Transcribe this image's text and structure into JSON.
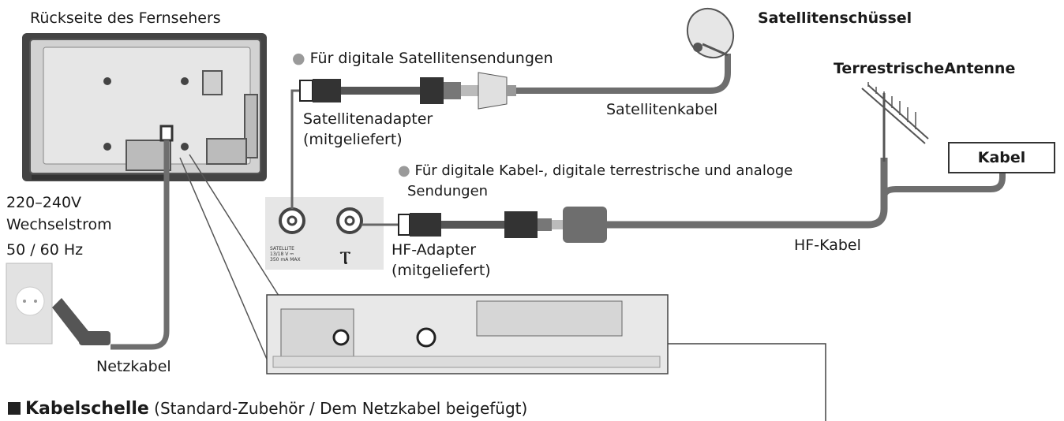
{
  "labels": {
    "tv_rear": "Rückseite des Fernsehers",
    "satellite_dish": "Satellitenschüssel",
    "terrestrial_antenna": "TerrestrischeAntenne",
    "cable": "Kabel",
    "satellite_note": "Für digitale Satellitensendungen",
    "satellite_cable": "Satellitenkabel",
    "satellite_adapter_line1": "Satellitenadapter",
    "satellite_adapter_line2": "(mitgeliefert)",
    "rf_note_line1": "Für digitale Kabel-, digitale terrestrische und analoge",
    "rf_note_line2": "Sendungen",
    "voltage_line1": "220–240V",
    "voltage_line2": "Wechselstrom",
    "voltage_line3": "50 / 60 Hz",
    "rf_adapter_line1": "HF-Adapter",
    "rf_adapter_line2": "(mitgeliefert)",
    "rf_cable": "HF-Kabel",
    "power_cable": "Netzkabel",
    "panel_satellite_label": "SATELLITE",
    "panel_satellite_spec1": "13/18 V ⎓",
    "panel_satellite_spec2": "350 mA MAX",
    "antenna_symbol": "ⲧ"
  },
  "footer": {
    "title": "Kabelschelle",
    "subtitle": " (Standard-Zubehör / Dem Netzkabel beigefügt)"
  },
  "colors": {
    "tv_body": "#5a5a5a",
    "tv_panel": "#cfcfcf",
    "cable": "#6e6e6e",
    "panel_bg": "#e6e6e6",
    "accent_dot": "#9a9a9a"
  }
}
